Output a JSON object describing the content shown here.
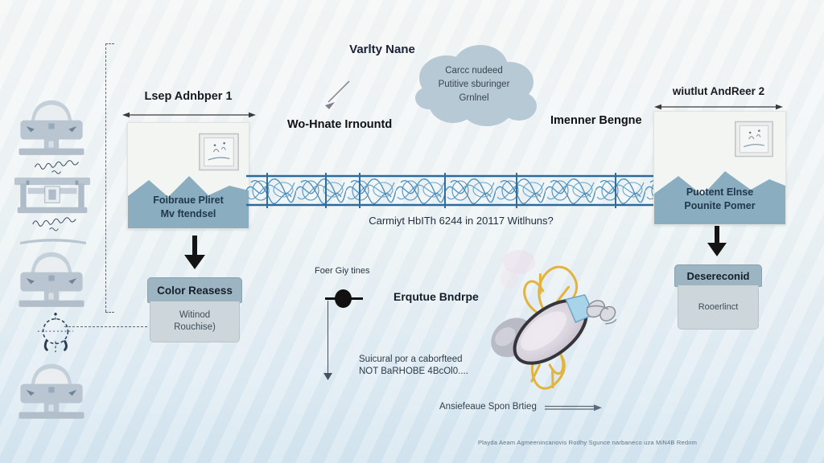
{
  "top_center": {
    "variety_label": "Varlty Nane",
    "subtitle": "Wo-Hnate Irnountd"
  },
  "cloud": {
    "lines": [
      "Carcc nudeed",
      "Putitive sburinger",
      "Grnlnel"
    ]
  },
  "adapter_left": {
    "title": "Lsep Adnbper 1",
    "banner": [
      "Foibraue Pliret",
      "Mv ftendsel"
    ]
  },
  "adapter_right": {
    "title": "wiutlut AndReer 2",
    "side_label": "Imenner Bengne",
    "banner": [
      "Puotent Elnse",
      "Pounite Pomer"
    ]
  },
  "band": {
    "question": "Carmiyt HbITh 6244 in 20117 Witlhuns?"
  },
  "flow_left": {
    "header": "Color Reasess",
    "body": [
      "Witinod",
      "Rouchise)"
    ]
  },
  "flow_right": {
    "header": "Desereconid",
    "body": "Rooerlinct"
  },
  "timeline": {
    "label": "Foer Giy tines",
    "title": "Erqutue Bndrpe",
    "note": [
      "Suicural por a caborfteed",
      "NOT BaRHOBE 4BcOl0...."
    ],
    "arrow_label": "Ansiefeaue Spon Brtieg"
  },
  "footer": {
    "caption": "Playda Aeam Agmeenincanovis Rodhy Sgunce narbaneco uza MiN4B Rednm"
  },
  "icons": {
    "left_column": [
      "car-front",
      "handwriting",
      "press-machine",
      "handwriting",
      "bumper-bar",
      "car-front",
      "crosshair-target",
      "car-front"
    ],
    "boxes": [
      "framed-sketch",
      "mountain-banner"
    ],
    "center": [
      "cloud",
      "tangled-strand",
      "bee-lightbulb"
    ]
  },
  "colors": {
    "banner_blue": "#8badc0",
    "cloud_fill": "#b7c9d5",
    "strand_blue": "#4e93c2",
    "arrow_black": "#141414",
    "icon_gray": "#b9c6d2"
  }
}
